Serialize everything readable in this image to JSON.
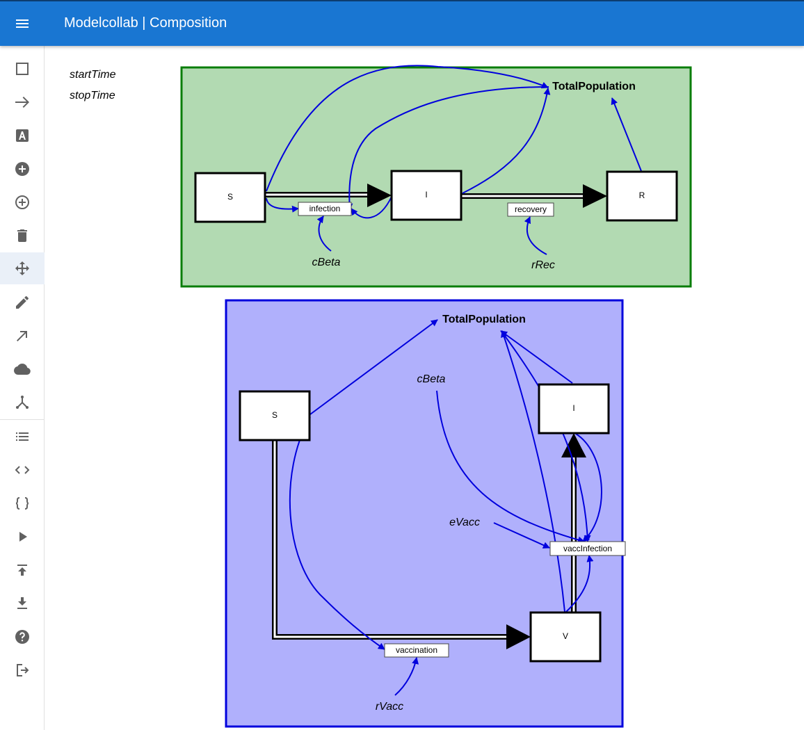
{
  "app": {
    "title": "Modelcollab | Composition"
  },
  "toolbar": {
    "menu_icon": "menu-icon",
    "items": [
      {
        "icon": "square-outline-icon"
      },
      {
        "icon": "arrow-right-icon"
      },
      {
        "icon": "text-box-icon"
      },
      {
        "icon": "plus-circle-icon"
      },
      {
        "icon": "plus-circle-outline-icon"
      },
      {
        "icon": "trash-icon"
      },
      {
        "icon": "move-icon",
        "selected": true
      },
      {
        "icon": "pencil-icon"
      },
      {
        "icon": "arrow-diagonal-icon"
      },
      {
        "icon": "cloud-icon"
      },
      {
        "icon": "fork-icon"
      },
      {
        "icon": "list-icon"
      },
      {
        "icon": "code-icon"
      },
      {
        "icon": "braces-icon"
      },
      {
        "icon": "play-icon"
      },
      {
        "icon": "upload-icon"
      },
      {
        "icon": "download-icon"
      },
      {
        "icon": "help-icon"
      },
      {
        "icon": "logout-icon"
      }
    ]
  },
  "parameters": [
    "startTime",
    "stopTime"
  ],
  "colors": {
    "appbar": "#1976d2",
    "module1_fill": "#b2dab2",
    "module1_border": "#0a7d0a",
    "module2_fill": "#b0b0fc",
    "module2_border": "#0000dd",
    "connection": "#0000dd"
  },
  "module1": {
    "stocks": {
      "s": "S",
      "i": "I",
      "r": "R"
    },
    "flows": {
      "infection": "infection",
      "recovery": "recovery"
    },
    "parameters": {
      "cbeta": "cBeta",
      "rrec": "rRec"
    },
    "sum_variable": "TotalPopulation"
  },
  "module2": {
    "stocks": {
      "s": "S",
      "i": "I",
      "v": "V"
    },
    "flows": {
      "vaccination": "vaccination",
      "vaccinfection": "vaccInfection"
    },
    "parameters": {
      "cbeta": "cBeta",
      "evacc": "eVacc",
      "rvacc": "rVacc"
    },
    "sum_variable": "TotalPopulation"
  }
}
